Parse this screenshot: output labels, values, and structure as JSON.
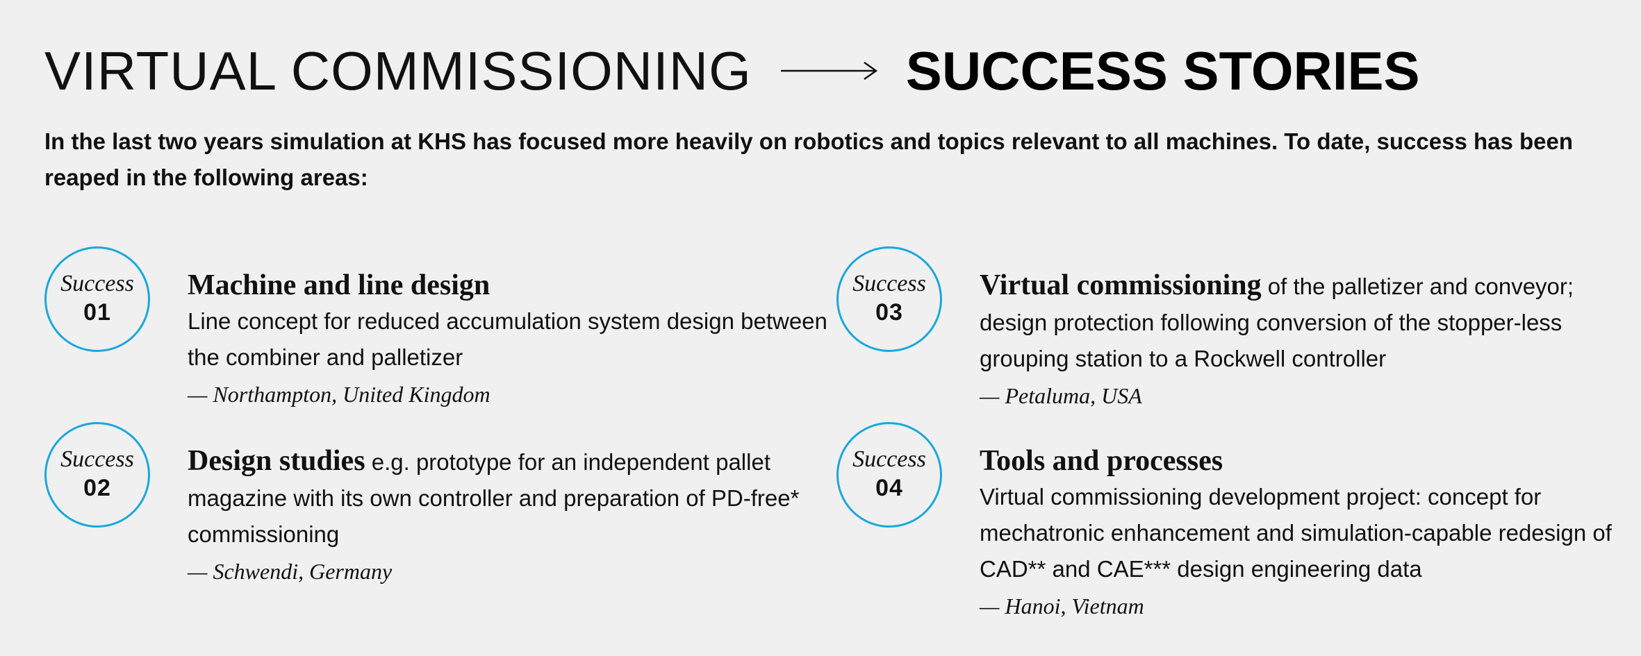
{
  "header": {
    "title_left": "VIRTUAL COMMISSIONING",
    "title_right": "SUCCESS STORIES",
    "arrow_icon": "right-arrow-icon"
  },
  "intro": "In the last two years simulation at KHS has focused more heavily on robotics and topics relevant to all machines. To date, success has been reaped in the following areas:",
  "colors": {
    "accent": "#1aa8dc",
    "background": "#f0f0f0",
    "text": "#111111"
  },
  "cards": [
    {
      "badge_word": "Success",
      "badge_number": "01",
      "title": "Machine and line design",
      "text": "Line concept for reduced accumulation system design between the combiner and palletizer",
      "location": "— Northampton, United Kingdom"
    },
    {
      "badge_word": "Success",
      "badge_number": "02",
      "title": "Design studies",
      "text": " e.g. prototype for an independent pallet magazine with its own controller and preparation of PD-free* commissioning",
      "location": "— Schwendi, Germany"
    },
    {
      "badge_word": "Success",
      "badge_number": "03",
      "title": "Virtual commissioning",
      "text": " of the palletizer and conveyor; design protection following conversion of the stopper-less grouping station to a Rockwell controller",
      "location": "— Petaluma, USA"
    },
    {
      "badge_word": "Success",
      "badge_number": "04",
      "title": "Tools and processes",
      "text": "Virtual commissioning development project: concept for mechatronic enhancement and simulation-capable redesign of CAD** and CAE*** design engineering data",
      "location": "— Hanoi, Vietnam"
    }
  ]
}
